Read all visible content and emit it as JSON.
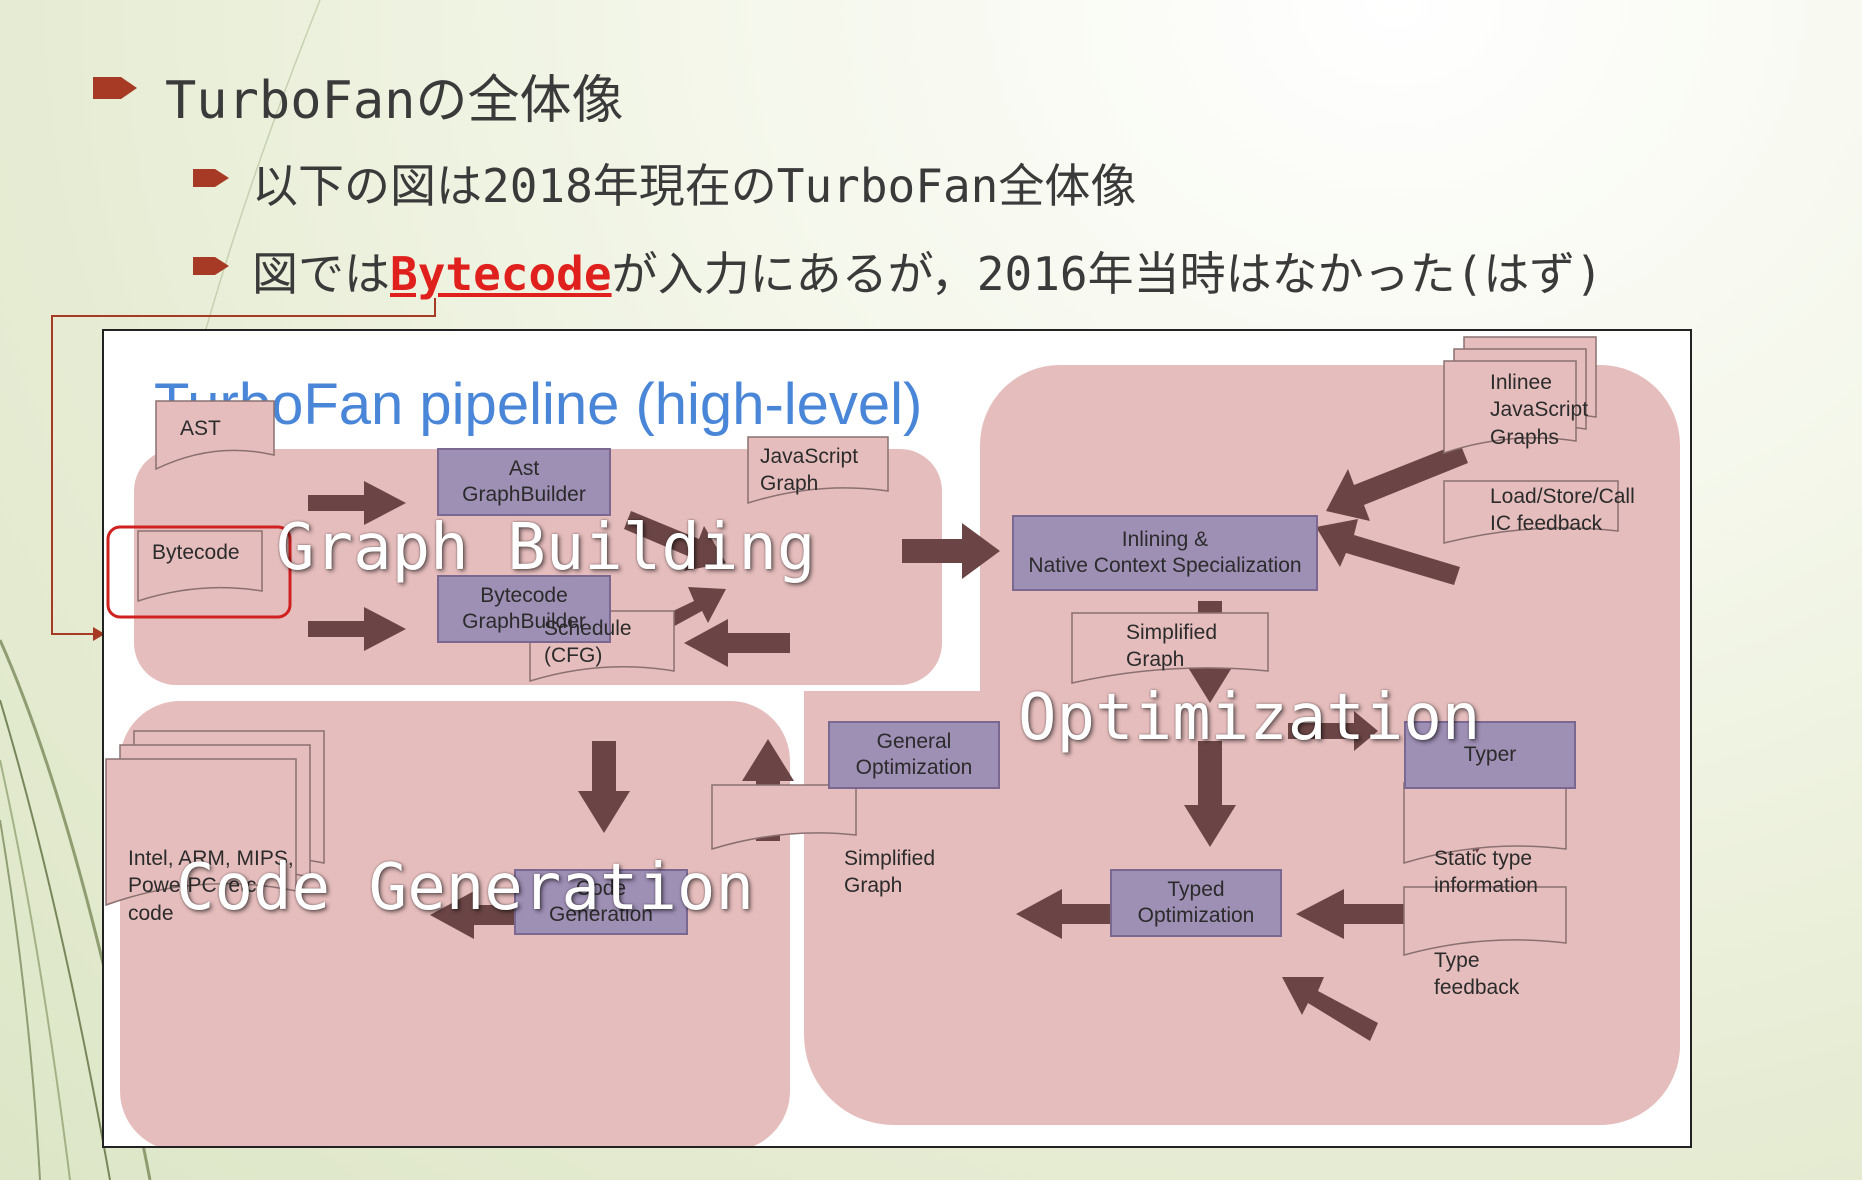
{
  "slide": {
    "bullet1": "TurboFanの全体像",
    "bullet2": "以下の図は2018年現在のTurboFan全体像",
    "bullet3_pre": "図では",
    "bullet3_highlight": "Bytecode",
    "bullet3_post": "が入力にあるが，2016年当時はなかった(はず)"
  },
  "diagram": {
    "title": "TurboFan pipeline (high-level)",
    "regions": {
      "graph_building": "Graph Building",
      "optimization": "Optimization",
      "code_generation": "Code Generation"
    },
    "nodes": {
      "ast": "AST",
      "ast_graphbuilder": "Ast\nGraphBuilder",
      "bytecode": "Bytecode",
      "bytecode_graphbuilder": "Bytecode\nGraphBuilder",
      "js_graph": "JavaScript\nGraph",
      "inlining": "Inlining &\nNative Context Specialization",
      "inlinee_graphs": "Inlinee\nJavaScript\nGraphs",
      "ic_feedback": "Load/Store/Call\nIC feedback",
      "general_optimization": "General\nOptimization",
      "simplified_graph_top": "Simplified\nGraph",
      "typer": "Typer",
      "schedule": "Schedule\n(CFG)",
      "code_gen_box": "Code\nGeneration",
      "machine_code": "Intel, ARM, MIPS,\nPowerPC, etc.\ncode",
      "simplified_graph_bottom": "Simplified\nGraph",
      "typed_optimization": "Typed\nOptimization",
      "static_type_info": "Static type\ninformation",
      "type_feedback": "Type\nfeedback"
    }
  },
  "colors": {
    "bullet": "#a63a24",
    "highlight": "#e0201c",
    "region": "#e6bdbd",
    "box": "#9e8fb5",
    "arrow": "#6b4545",
    "title": "#4a86d8"
  }
}
